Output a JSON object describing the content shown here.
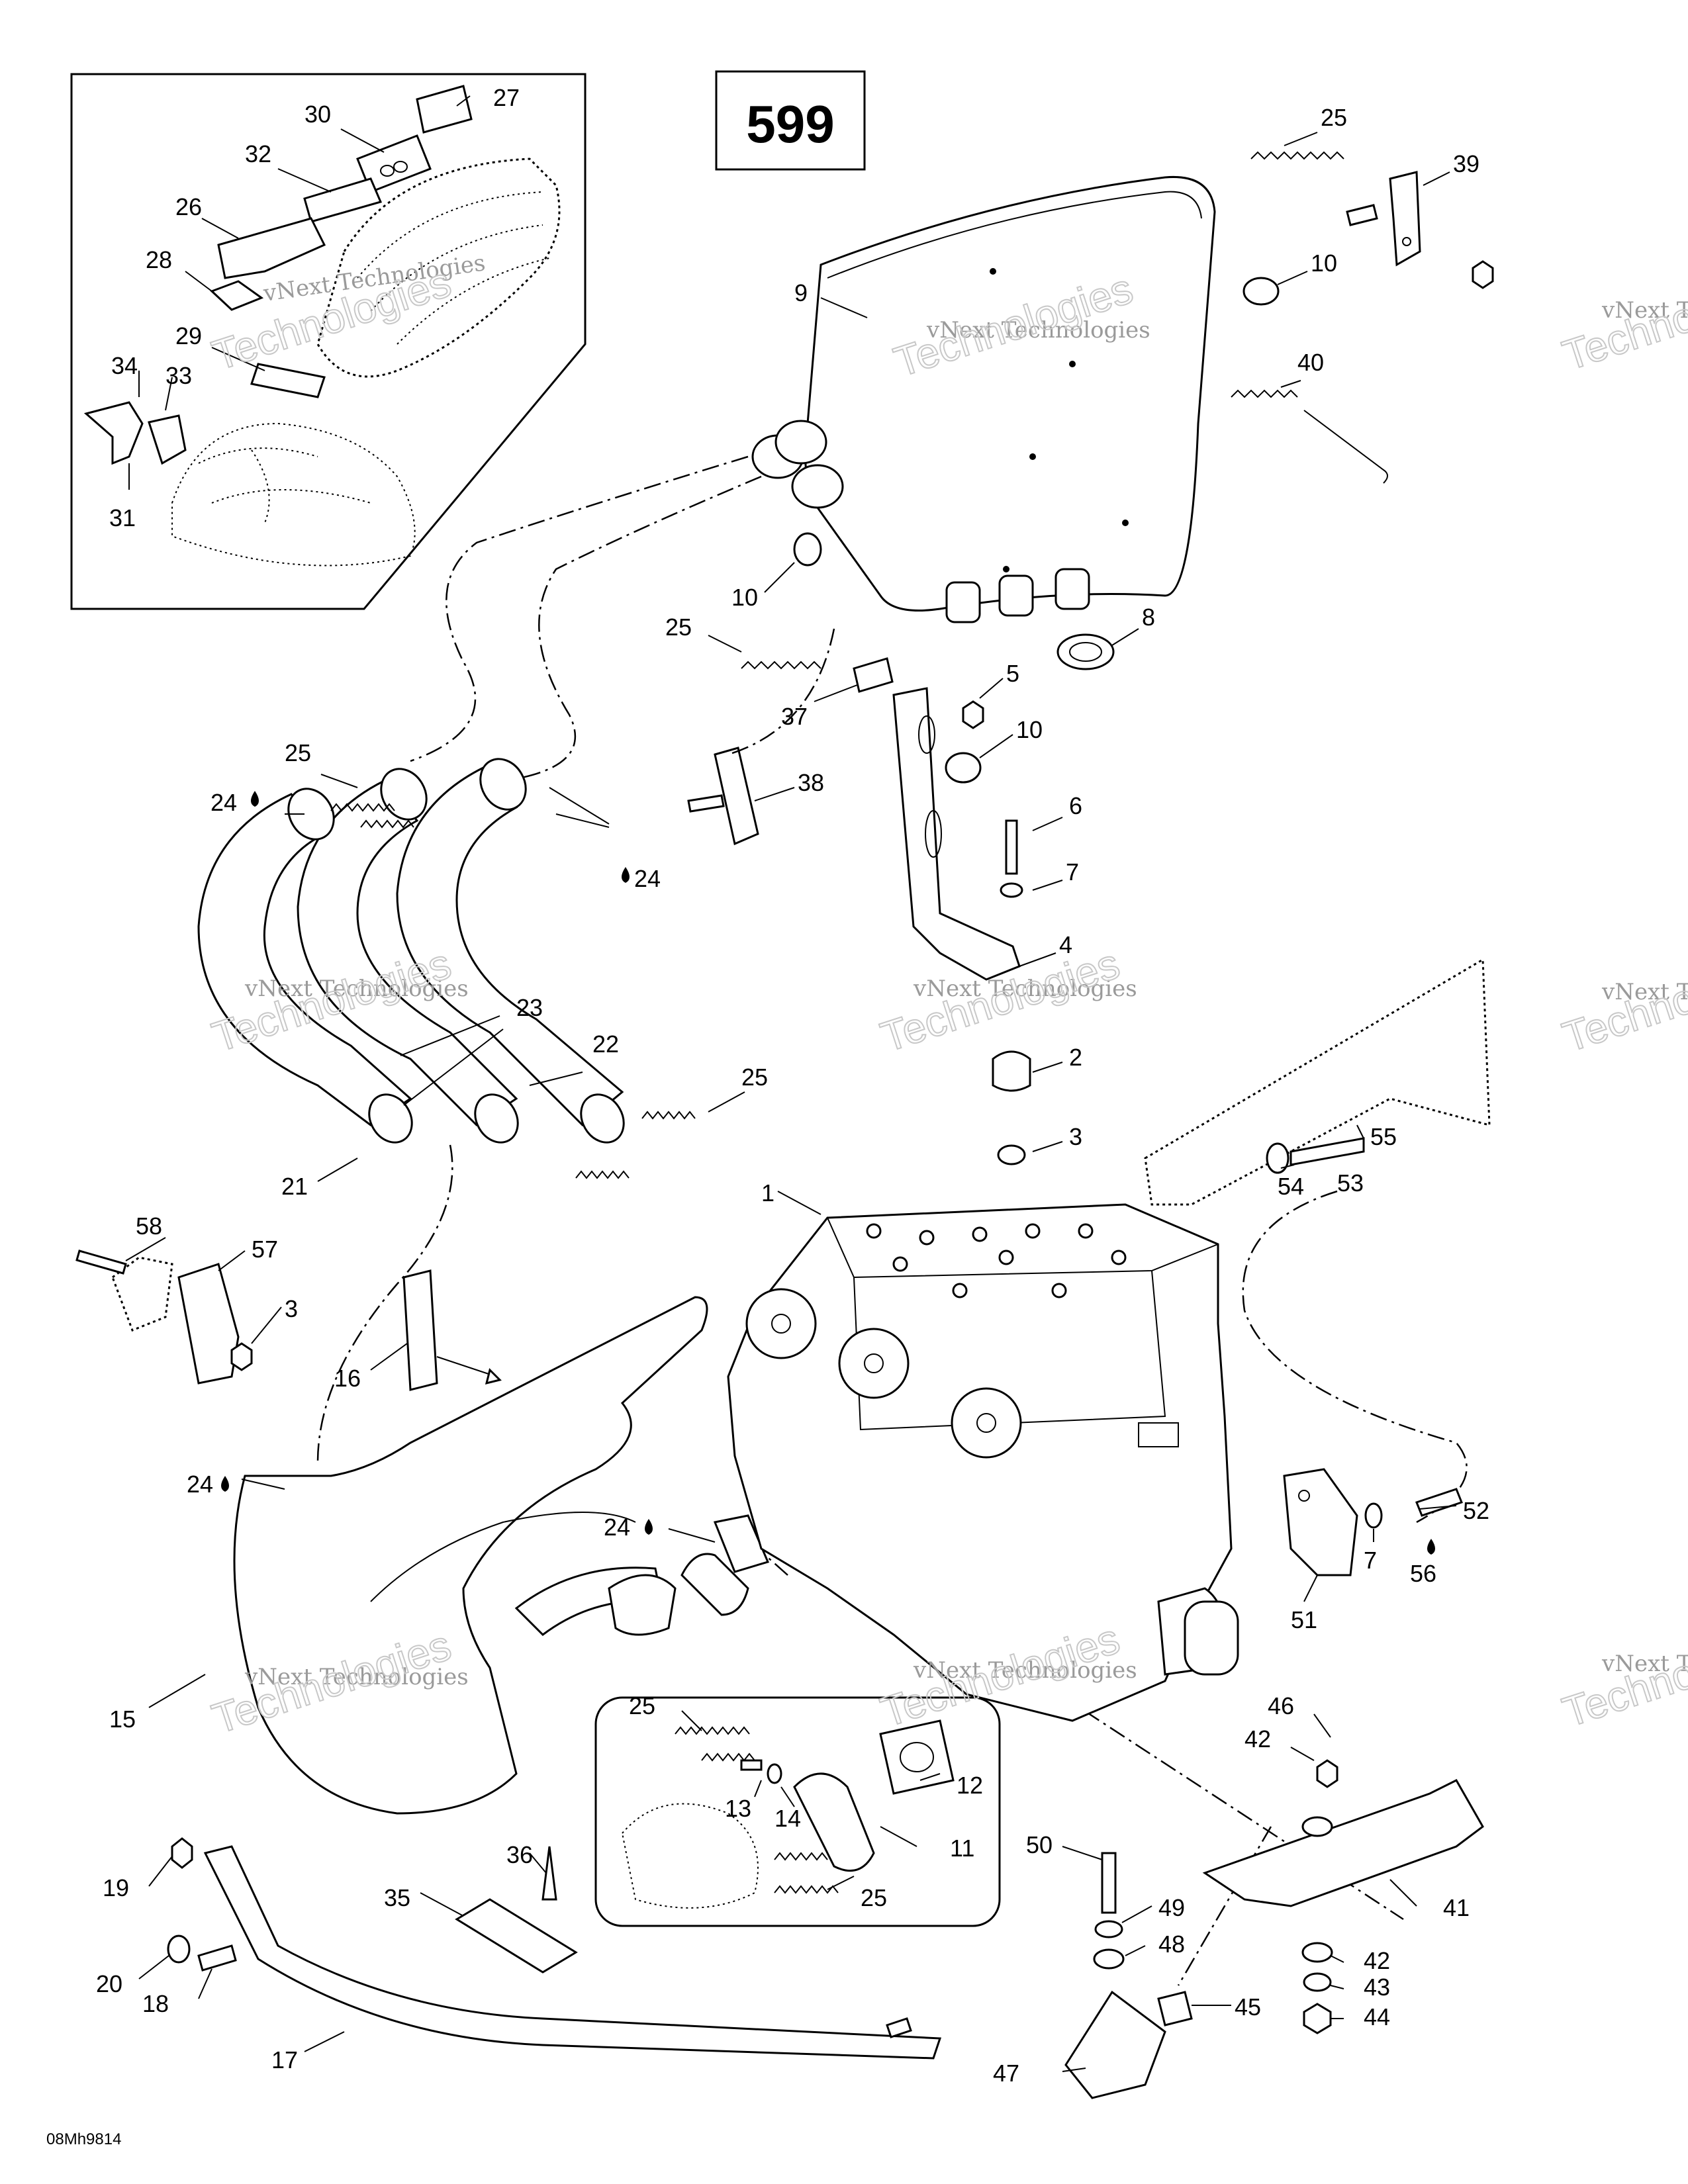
{
  "page_number": "599",
  "drawing_code": "08Mh9814",
  "watermark": {
    "line1": "vNext Technologies",
    "line2": "Technologies"
  },
  "callouts": {
    "c1": "1",
    "c2": "2",
    "c3a": "3",
    "c3b": "3",
    "c4": "4",
    "c5": "5",
    "c6": "6",
    "c7a": "7",
    "c7b": "7",
    "c8": "8",
    "c9": "9",
    "c10a": "10",
    "c10b": "10",
    "c10c": "10",
    "c11": "11",
    "c12": "12",
    "c13": "13",
    "c14": "14",
    "c15": "15",
    "c16": "16",
    "c17": "17",
    "c18": "18",
    "c19": "19",
    "c20": "20",
    "c21": "21",
    "c22": "22",
    "c23": "23",
    "c24a": "24",
    "c24b": "24",
    "c24c": "24",
    "c24d": "24",
    "c25a": "25",
    "c25b": "25",
    "c25c": "25",
    "c25d": "25",
    "c25e": "25",
    "c25f": "25",
    "c26": "26",
    "c27": "27",
    "c28": "28",
    "c29": "29",
    "c30": "30",
    "c31": "31",
    "c32": "32",
    "c33": "33",
    "c34": "34",
    "c35": "35",
    "c36": "36",
    "c37": "37",
    "c38": "38",
    "c39": "39",
    "c40": "40",
    "c41": "41",
    "c42a": "42",
    "c42b": "42",
    "c43": "43",
    "c44": "44",
    "c45": "45",
    "c46": "46",
    "c47": "47",
    "c48": "48",
    "c49": "49",
    "c50": "50",
    "c51": "51",
    "c52": "52",
    "c53": "53",
    "c54": "54",
    "c55": "55",
    "c56": "56",
    "c57": "57",
    "c58": "58"
  }
}
